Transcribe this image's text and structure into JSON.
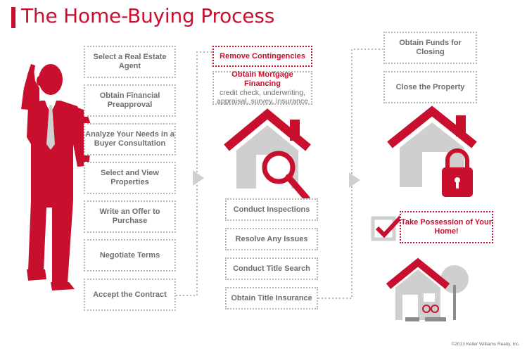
{
  "title": "The Home-Buying Process",
  "column1": [
    "Select a Real Estate Agent",
    "Obtain Financial Preapproval",
    "Analyze Your Needs in a Buyer Consultation",
    "Select and View Properties",
    "Write an Offer to Purchase",
    "Negotiate Terms",
    "Accept the Contract"
  ],
  "column2_top": {
    "remove": "Remove Contingencies",
    "financing_title": "Obtain Mortgage Financing",
    "financing_sub": "credit check, underwriting, appraisal, survey, insurance"
  },
  "column2_bottom": [
    "Conduct Inspections",
    "Resolve Any Issues",
    "Conduct Title Search",
    "Obtain Title Insurance"
  ],
  "column3": {
    "funds": "Obtain Funds for Closing",
    "close": "Close the Property",
    "possession": "Take Possession of Your Home!"
  },
  "copyright": "©2013 Keller Williams Realty, Inc.",
  "colors": {
    "accent": "#c8102e",
    "gray": "#6e6e6e",
    "light_gray": "#cfcfcf"
  }
}
